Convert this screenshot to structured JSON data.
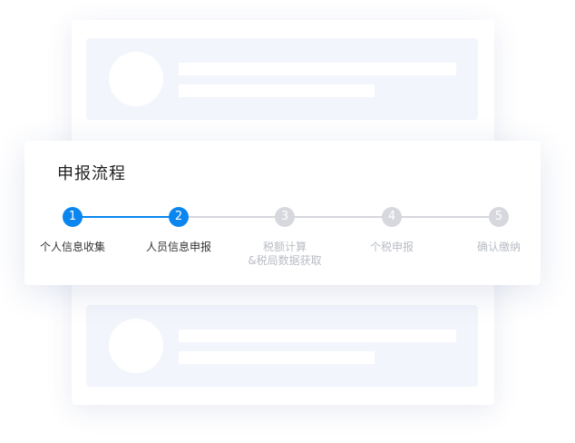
{
  "panel": {
    "title": "申报流程"
  },
  "colors": {
    "active": "#0a86ee",
    "inactive": "#d6d8dd",
    "active_label": "#333333",
    "inactive_label": "#b8bcc4"
  },
  "steps": [
    {
      "number": "1",
      "label_line1": "个人信息收集",
      "label_line2": "",
      "state": "done"
    },
    {
      "number": "2",
      "label_line1": "人员信息申报",
      "label_line2": "",
      "state": "current"
    },
    {
      "number": "3",
      "label_line1": "税额计算",
      "label_line2": "&税局数据获取",
      "state": "pending"
    },
    {
      "number": "4",
      "label_line1": "个税申报",
      "label_line2": "",
      "state": "pending"
    },
    {
      "number": "5",
      "label_line1": "确认缴纳",
      "label_line2": "",
      "state": "pending"
    }
  ]
}
